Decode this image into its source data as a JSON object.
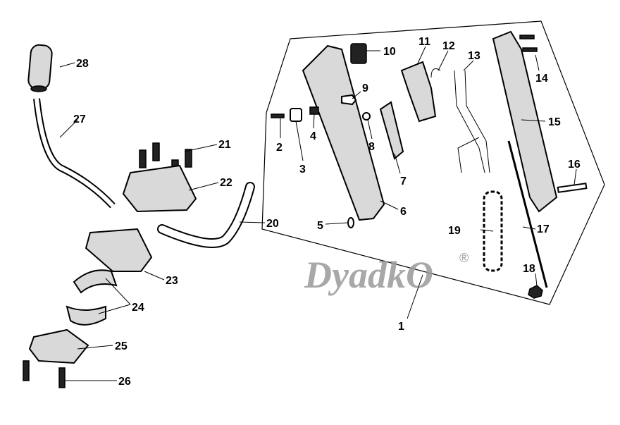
{
  "diagram": {
    "watermark": "DyadkO",
    "watermark_mark": "®",
    "callouts": [
      "1",
      "2",
      "3",
      "4",
      "5",
      "6",
      "7",
      "8",
      "9",
      "10",
      "11",
      "12",
      "13",
      "14",
      "15",
      "16",
      "17",
      "18",
      "19",
      "20",
      "21",
      "22",
      "23",
      "24",
      "25",
      "26",
      "27",
      "28"
    ]
  }
}
